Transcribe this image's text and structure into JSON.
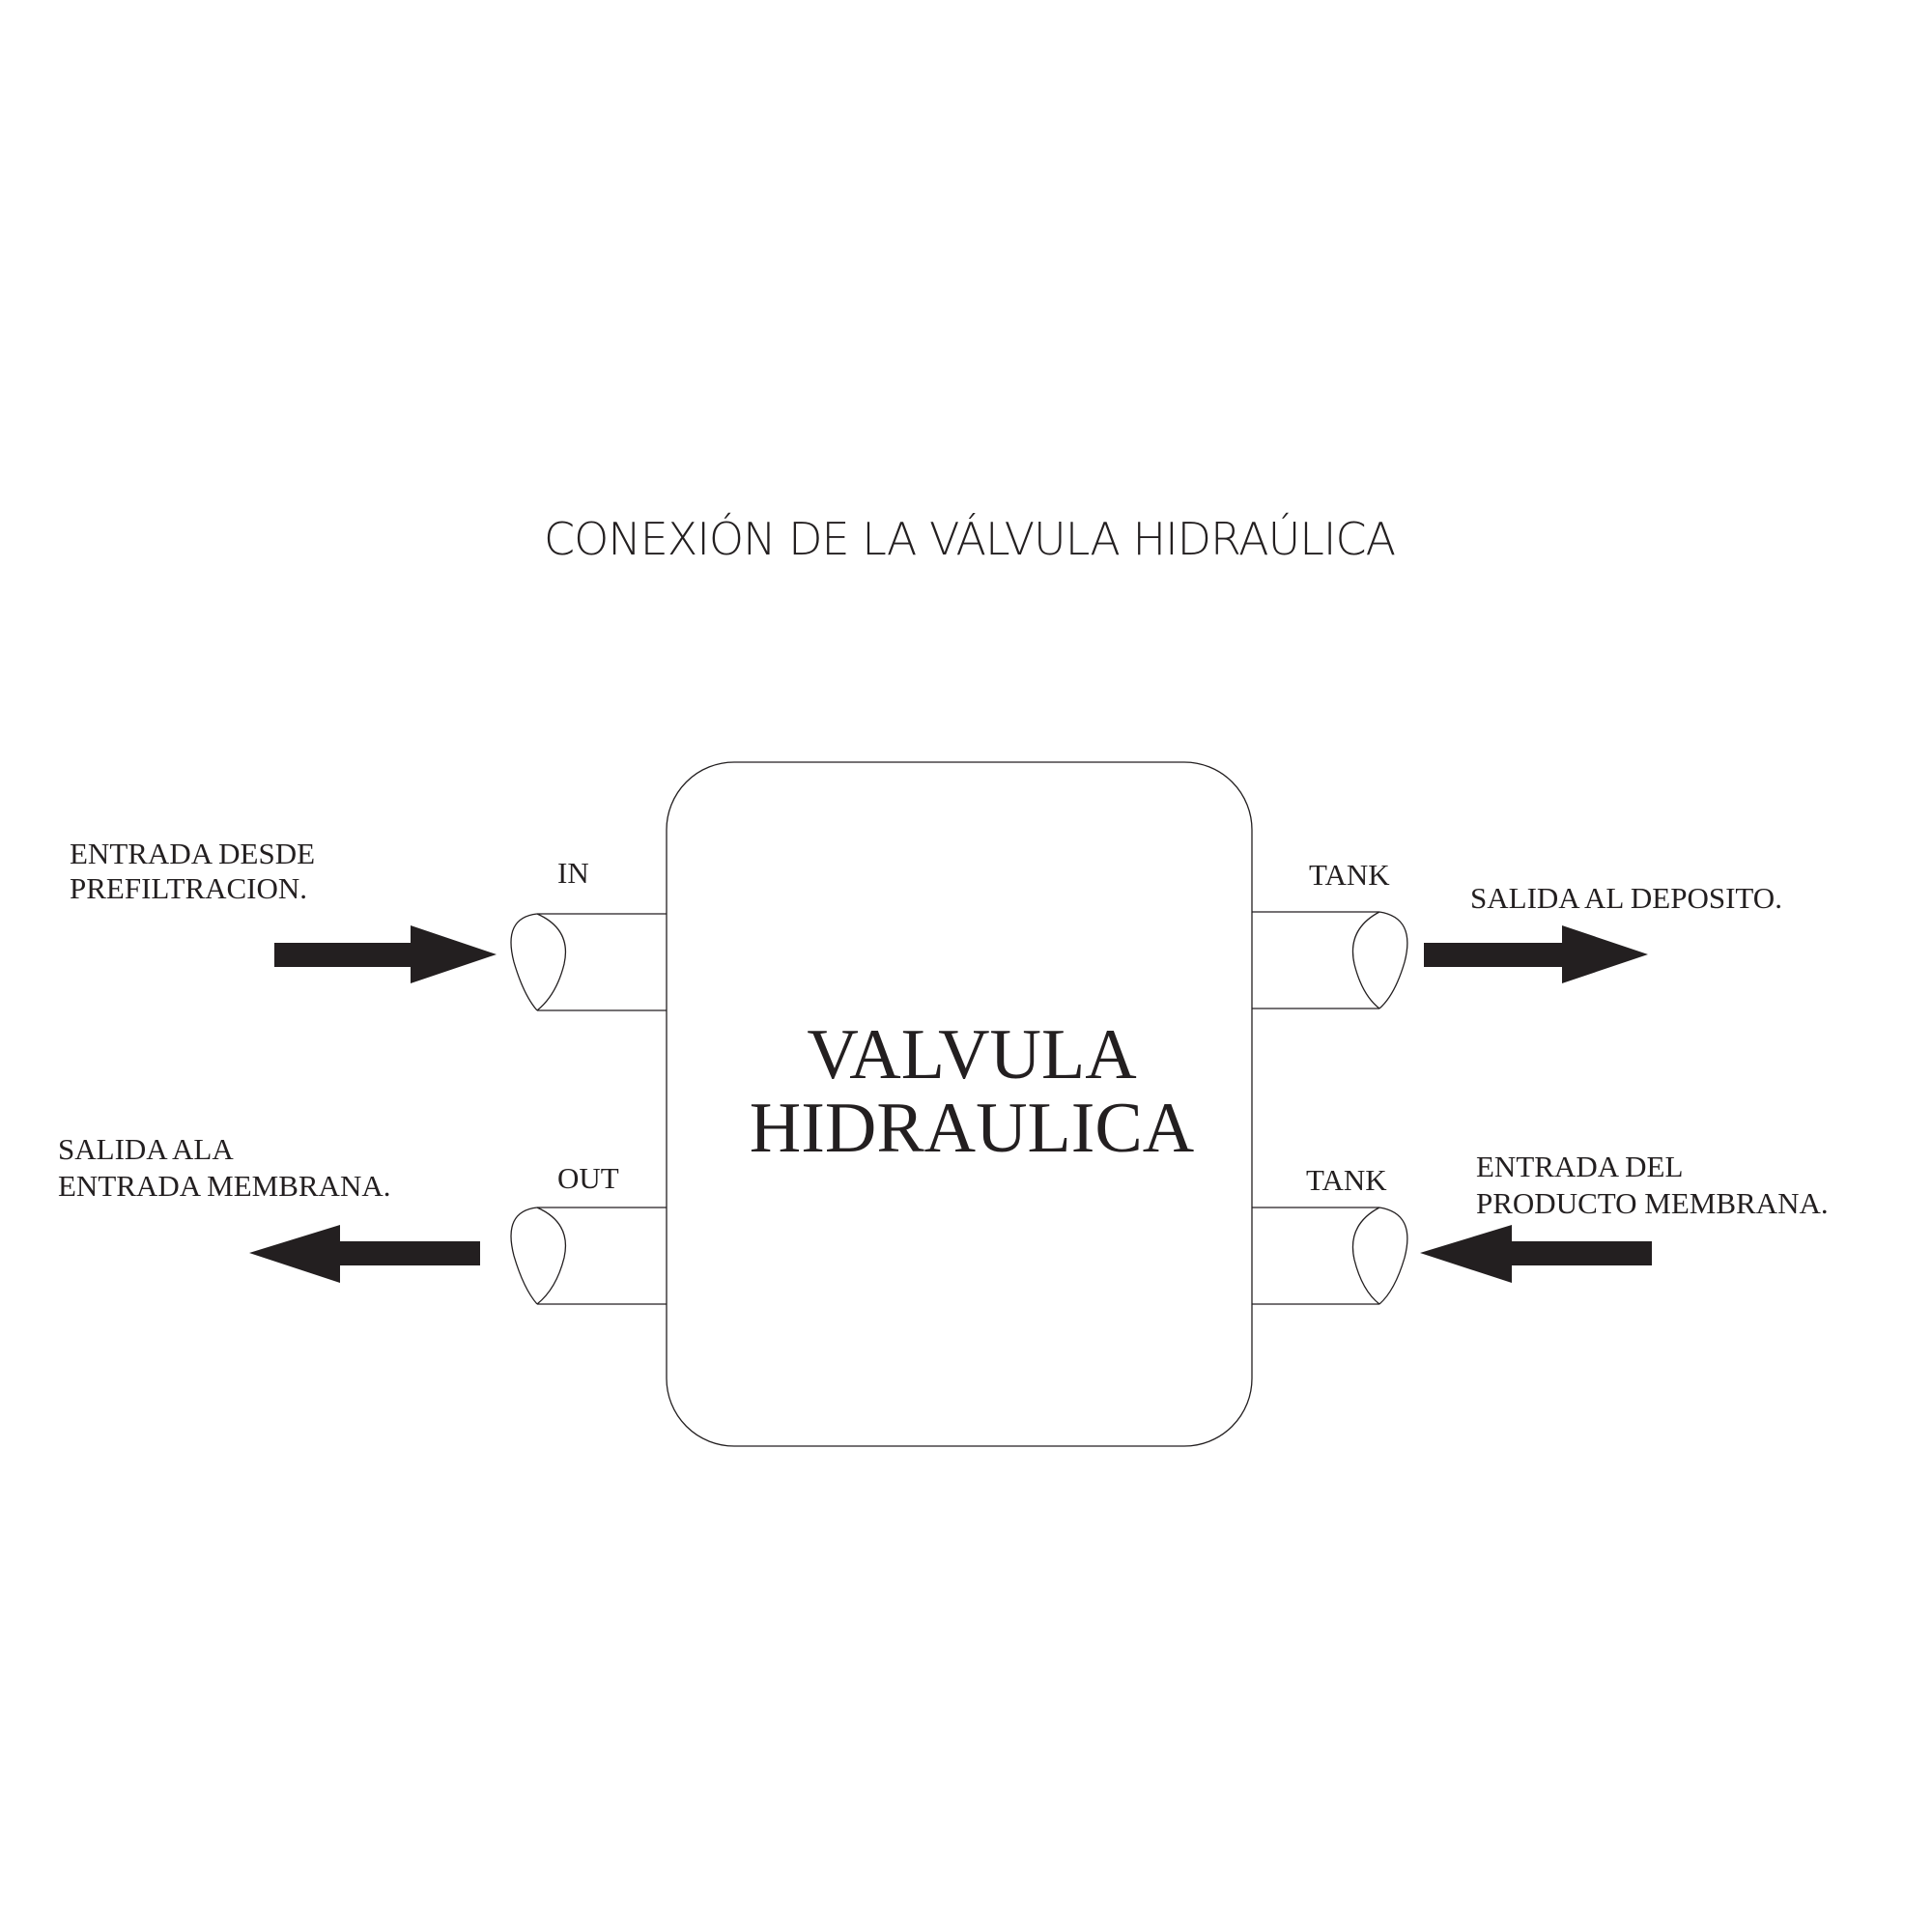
{
  "title": "CONEXIÓN DE LA VÁLVULA HIDRAÚLICA",
  "valve": {
    "line1": "VALVULA",
    "line2": "HIDRAULICA"
  },
  "ports": {
    "in": "IN",
    "out": "OUT",
    "tank_top": "TANK",
    "tank_bottom": "TANK"
  },
  "flows": {
    "inlet": {
      "line1": "ENTRADA DESDE",
      "line2": "PREFILTRACION.",
      "direction": "toward valve"
    },
    "outlet": {
      "line1": "SALIDA ALA",
      "line2": "ENTRADA MEMBRANA.",
      "direction": "away from valve"
    },
    "tank_out": {
      "line1": "SALIDA AL DEPOSITO.",
      "direction": "away from valve"
    },
    "tank_in": {
      "line1": "ENTRADA DEL",
      "line2": "PRODUCTO MEMBRANA.",
      "direction": "toward valve"
    }
  },
  "colors": {
    "ink": "#231f20",
    "background": "#ffffff"
  }
}
